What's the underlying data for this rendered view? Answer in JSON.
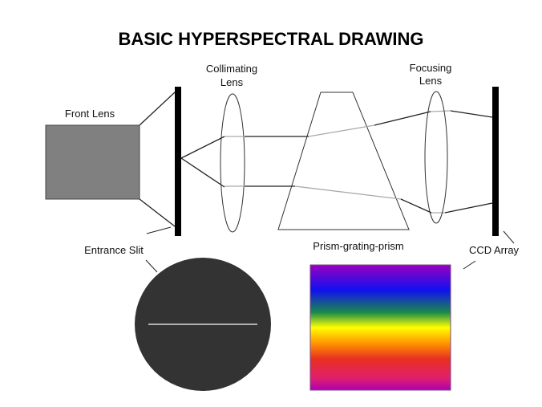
{
  "title": "BASIC HYPERSPECTRAL DRAWING",
  "labels": {
    "front_lens": "Front Lens",
    "collimating_1": "Collimating",
    "collimating_2": "Lens",
    "focusing_1": "Focusing",
    "focusing_2": "Lens",
    "entrance_slit": "Entrance Slit",
    "prism": "Prism-grating-prism",
    "ccd": "CCD Array"
  },
  "colors": {
    "front_lens_fill": "#808080",
    "slit_view_fill": "#333333",
    "ray_dark": "#222222",
    "ray_light": "#aaaaaa",
    "spectrum": [
      "#9a00c0",
      "#1010f0",
      "#1a8a4a",
      "#ffff00",
      "#ff9a00",
      "#e83020",
      "#e0206a",
      "#b000b0"
    ]
  }
}
